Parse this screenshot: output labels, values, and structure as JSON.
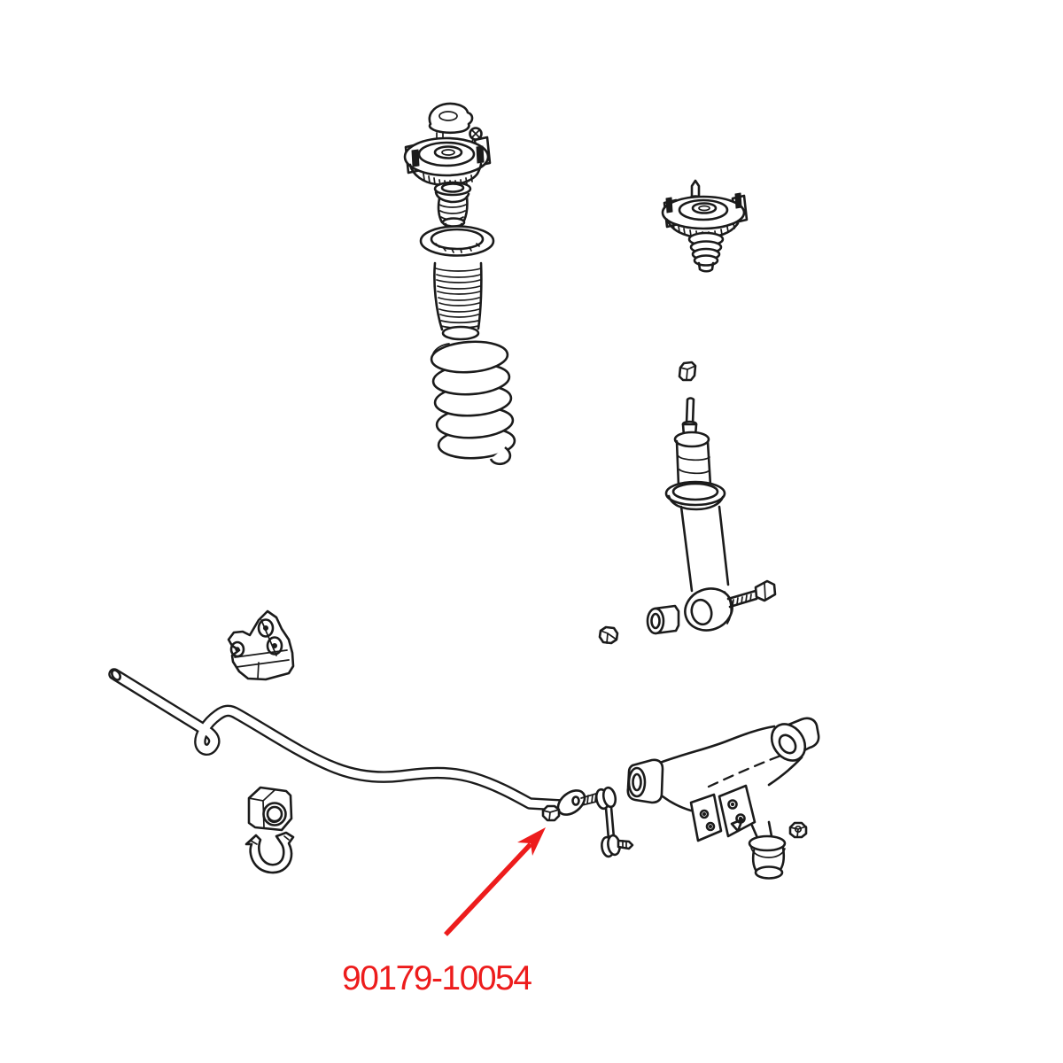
{
  "page": {
    "background_color": "#ffffff"
  },
  "diagram": {
    "kind": "exploded-suspension-parts-line-drawing",
    "line_color": "#1b1b1b",
    "accent_color": "#ed1c1c",
    "callout": {
      "part_number": "90179-10054",
      "points_to": "stabilizer-link-nut"
    },
    "parts": [
      "strut-support-cap",
      "front-suspension-support",
      "spring-bumper",
      "shock-dust-boot",
      "coil-spring",
      "rear-suspension-support",
      "shock-top-nut",
      "shock-absorber",
      "shock-lower-bolt",
      "shock-cushion-bushing",
      "shock-mount-nut",
      "stabilizer-bar-bracket",
      "stabilizer-bar",
      "stabilizer-bushing",
      "stabilizer-bushing-clamp",
      "stabilizer-link",
      "stabilizer-link-nut",
      "lower-control-arm",
      "lower-ball-joint",
      "ball-joint-nut"
    ]
  }
}
